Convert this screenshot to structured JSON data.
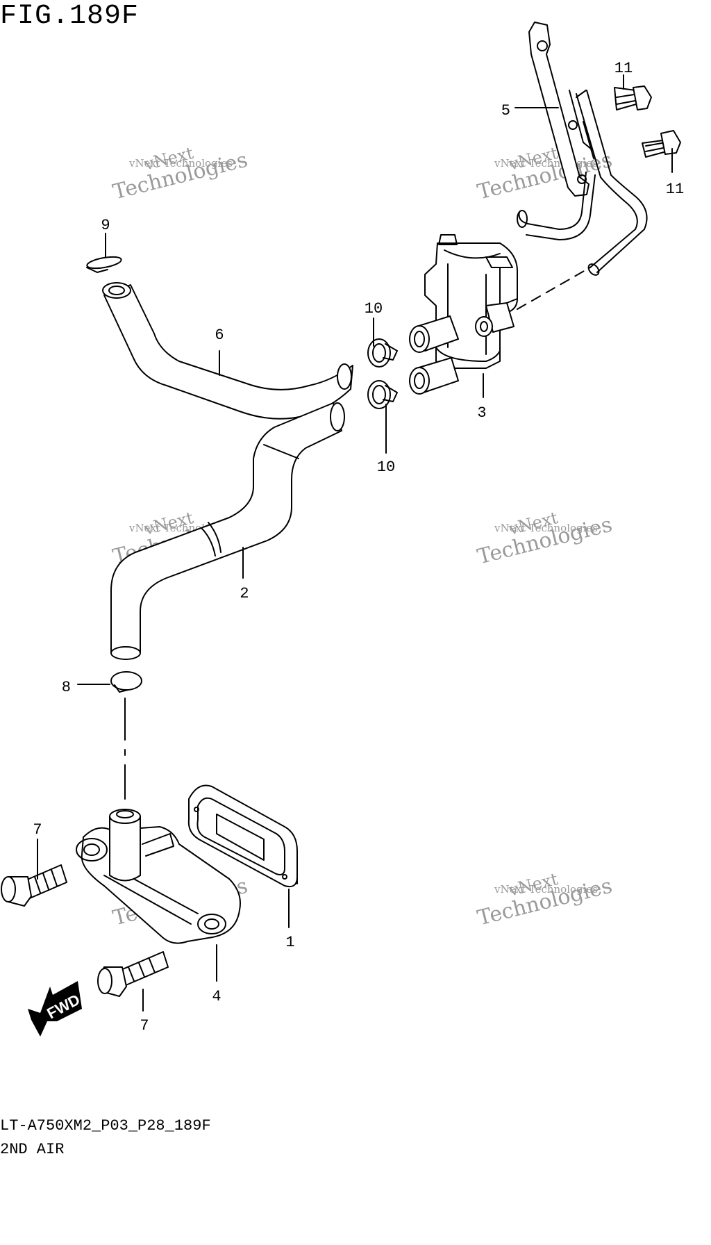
{
  "figure": {
    "title": "FIG.189F",
    "code": "LT-A750XM2_P03_P28_189F",
    "name": "2ND AIR"
  },
  "callouts": {
    "c1": "1",
    "c2": "2",
    "c3": "3",
    "c4": "4",
    "c5": "5",
    "c6": "6",
    "c7a": "7",
    "c7b": "7",
    "c8": "8",
    "c9": "9",
    "c10a": "10",
    "c10b": "10",
    "c11a": "11",
    "c11b": "11"
  },
  "watermark": {
    "brand": "vNext Technologies",
    "word1": "vNext",
    "word2": "Technologies"
  },
  "arrow": {
    "label": "FWD"
  },
  "colors": {
    "line": "#000000",
    "watermark": "#9a9a9a",
    "background": "#ffffff"
  }
}
